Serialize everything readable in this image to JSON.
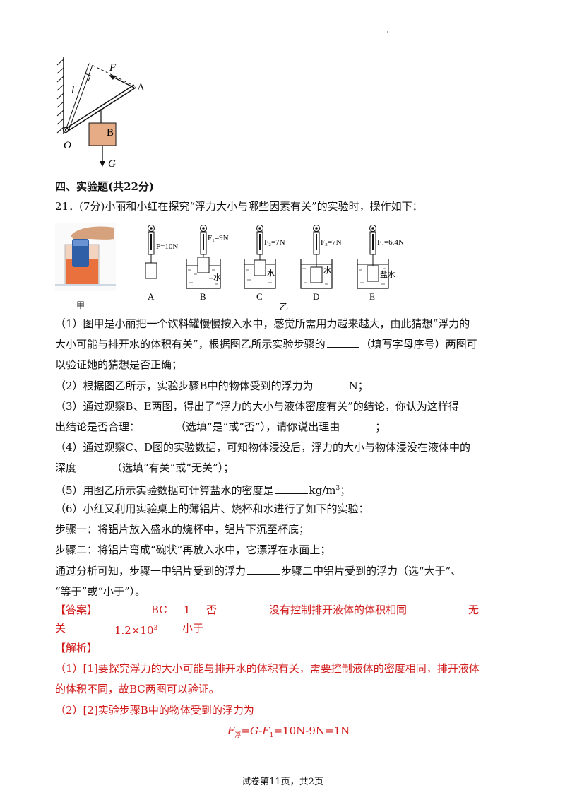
{
  "lever_figure": {
    "label_F": "F",
    "label_A": "A",
    "label_l": "l",
    "label_B": "B",
    "label_O": "O",
    "label_G": "G"
  },
  "section": {
    "title": "四、实验题(共22分)"
  },
  "question": {
    "stem": "21．(7分)小丽和小红在探究“浮力大小与哪些因素有关”的实验时，操作如下：",
    "fig_jia_caption": "甲",
    "fig_yi_caption": "乙",
    "steps": [
      {
        "letter": "A",
        "force": "F=10N",
        "liquid": ""
      },
      {
        "letter": "B",
        "force": "F₁=9N",
        "liquid": "水"
      },
      {
        "letter": "C",
        "force": "F₂=7N",
        "liquid": "水"
      },
      {
        "letter": "D",
        "force": "F₃=7N",
        "liquid": "水"
      },
      {
        "letter": "E",
        "force": "F₄=6.4N",
        "liquid": "盐水"
      }
    ],
    "p1_a": "（1）图甲是小丽把一个饮料罐慢慢按入水中，感觉所需用力越来越大，由此猜想“浮力的",
    "p1_b": "大小可能与排开水的体积有关”，根据图乙所示实验步骤的",
    "p1_b2": "（填写字母序号）两图可",
    "p1_c": "以验证她的猜想是否正确；",
    "p2_a": "（2）根据图乙所示，实验步骤B中的物体受到的浮力为",
    "p2_b": "N；",
    "p3_a": "（3）通过观察B、E两图，得出了“浮力的大小与液体密度有关”的结论，你认为这样得",
    "p3_b": "出结论是否合理：",
    "p3_b2": "（选填“是”或“否”），请你说出理由",
    "p3_b3": "；",
    "p4_a": "（4）通过观察C、D图的实验数据，可知物体浸没后，浮力的大小与物体浸没在液体中的",
    "p4_b": "深度",
    "p4_b2": "（选填“有关”或“无关”）；",
    "p5_a": "（5）用图乙所示实验数据可计算盐水的密度是",
    "p5_b": "kg/m",
    "p5_sup": "3",
    "p5_c": "；",
    "p6": "（6）小红又利用实验桌上的薄铝片、烧杯和水进行了如下的实验：",
    "step1": "步骤一：将铝片放入盛水的烧杯中，铝片下沉至杯底；",
    "step2": "步骤二：将铝片弯成“碗状”再放入水中，它漂浮在水面上；",
    "p7_a": "通过分析可知，步骤一中铝片受到的浮力",
    "p7_b": "步骤二中铝片受到的浮力（选“大于”、",
    "p7_c": "“等于”或“小于”）。"
  },
  "answer": {
    "label": "【答案】",
    "a1": "BC",
    "a2": "1",
    "a3": "否",
    "a4": "没有控制排开液体的体积相同",
    "a5a": "无",
    "a5b": "关",
    "a6": "1.2×10",
    "a6_sup": "3",
    "a7": "小于"
  },
  "analysis": {
    "label": "【解析】",
    "l1": "（1）[1]要探究浮力的大小可能与排开水的体积有关，需要控制液体的密度相同，排开液体",
    "l2": "的体积不同，故BC两图可以验证。",
    "l3": "（2）[2]实验步骤B中的物体受到的浮力为",
    "formula_F": "F",
    "formula_sub": "浮",
    "formula_rest": "=G-F",
    "formula_sub1": "1",
    "formula_tail": "=10N-9N=1N"
  },
  "footer": {
    "text": "试卷第11页，共2页"
  }
}
